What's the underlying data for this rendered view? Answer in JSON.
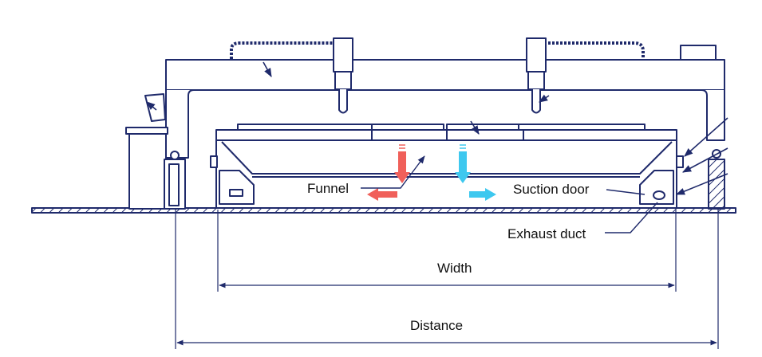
{
  "labels": {
    "funnel": "Funnel",
    "suction_door": "Suction door",
    "exhaust_duct": "Exhaust duct",
    "width": "Width",
    "distance": "Distance"
  },
  "colors": {
    "line": "#1f2a6b",
    "exhaust_arrow": "#f0605a",
    "supply_arrow": "#3ec8ef",
    "floor_fill": "#a8acc8"
  }
}
